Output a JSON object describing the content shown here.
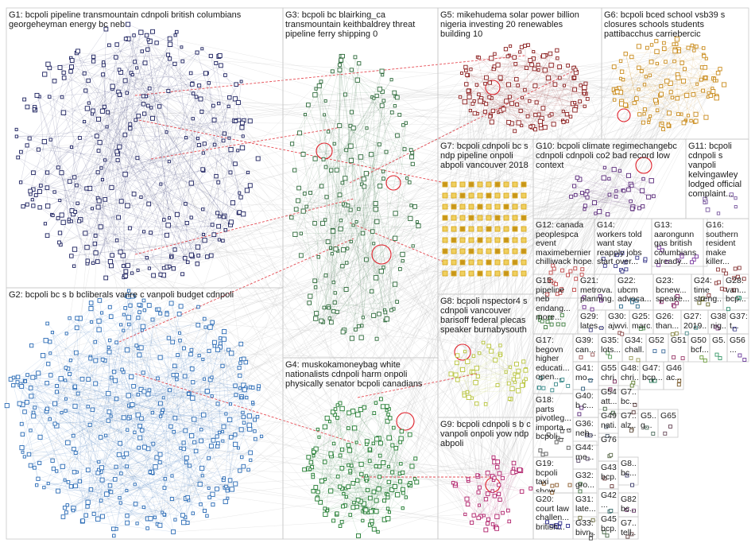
{
  "groups": [
    {
      "id": "G1",
      "text": "G1: bcpoli pipeline transmountain cdnpoli british columbians\ngeorgeheyman energy bc neb",
      "color": "#1a1f5e"
    },
    {
      "id": "G2",
      "text": "G2: bcpoli bc s b bcliberals vanre c vanpoli budget cdnpoli",
      "color": "#2a6bb5"
    },
    {
      "id": "G3",
      "text": "G3: bcpoli bc blairking_ca\ntransmountain keithbaldrey threat\npipeline ferry shipping 0",
      "color": "#2d6a3a"
    },
    {
      "id": "G4",
      "text": "G4: muskokamoneybag white\nnationalists cdnpoli harm onpoli\nphysically senator bcpoli canadians",
      "color": "#1e7a2e"
    },
    {
      "id": "G5",
      "text": "G5: mikehudema solar power billion\nnigeria investing 20 renewables\nbuilding 10",
      "color": "#8a1d1d"
    },
    {
      "id": "G6",
      "text": "G6: bcpoli bced school vsb39 s\nclosures schools students\npattibacchus carriebercic",
      "color": "#c98a1a"
    },
    {
      "id": "G7",
      "text": "G7: bcpoli cdnpoli bc s\nndp pipeline onpoli\nabpoli vancouver 2018",
      "color": "#d8a820"
    },
    {
      "id": "G8",
      "text": "G8: bcpoli nspector4 s\ncdnpoli vancouver\nbarisoff federal plecas\nspeaker burnabysouth",
      "color": "#b7c43a"
    },
    {
      "id": "G9",
      "text": "G9: bcpoli cdnpoli s b c\nvanpoli onpoli yow ndp\nabpoli",
      "color": "#b0206a"
    },
    {
      "id": "G10",
      "text": "G10: bcpoli climate regimechangebc\ncdnpoli cdnpoli co2 bad record low\ncontext",
      "color": "#5a2a7a"
    },
    {
      "id": "G11",
      "text": "G11: bcpoli\ncdnpoli s\nvanpoli\nkelvingawley\nlodged official\ncomplaint...",
      "color": "#7a5aa0"
    },
    {
      "id": "G12",
      "text": "G12: canada\npeoplespca\nevent\nmaximebernier\nchilliwack hope...",
      "color": "#c04a4a"
    },
    {
      "id": "G13",
      "text": "G13:\naarongunn\ngas british\ncolumbians\nalready...",
      "color": "#7a3aa0"
    },
    {
      "id": "G14",
      "text": "G14:\nworkers told\nwant stay\nreapply jobs\nstart over...",
      "color": "#3a3a8a"
    },
    {
      "id": "G15",
      "text": "G15:\npipeline\nneb\nendang...\nmore...",
      "color": "#3a7a3a"
    },
    {
      "id": "G16",
      "text": "G16:\nsouthern\nresident\nmake\nkiller...",
      "color": "#8a3a3a"
    },
    {
      "id": "G17",
      "text": "G17:\nbegovn\nhigher\neducati...\nopen...",
      "color": "#3a8a8a"
    },
    {
      "id": "G18",
      "text": "G18:\nparts\npivotleg...\nimporta...\nbcpoli...",
      "color": "#5a5a5a"
    },
    {
      "id": "G19",
      "text": "G19:\nbcpoli\ntaxi\nshow...",
      "color": "#8a5a2a"
    },
    {
      "id": "G20",
      "text": "G20:\ncourt law\nchallen...\nbritish...",
      "color": "#2a2a8a"
    },
    {
      "id": "G21",
      "text": "G21:\nmetrova...\nplanning...",
      "color": "#6a2a8a"
    },
    {
      "id": "G22",
      "text": "G22:\nubcm\nadvoca...",
      "color": "#2a6a8a"
    },
    {
      "id": "G23",
      "text": "G23:\nbcnew...\nspeake...",
      "color": "#8a2a6a"
    },
    {
      "id": "G24",
      "text": "G24:\ntime\nstreng...",
      "color": "#6a6a2a"
    },
    {
      "id": "G28",
      "text": "G28:\nvan...\nbcp...",
      "color": "#2a8a6a"
    },
    {
      "id": "G29",
      "text": "G29:\nlates...",
      "color": "#4a4a8a"
    },
    {
      "id": "G30",
      "text": "G30:\najwvi...",
      "color": "#8a4a4a"
    },
    {
      "id": "G25",
      "text": "G25:\nmarc...",
      "color": "#4a8a4a"
    },
    {
      "id": "G26",
      "text": "G26:\nthan...",
      "color": "#8a8a4a"
    },
    {
      "id": "G27",
      "text": "G27:\n2019...",
      "color": "#4a8a8a"
    },
    {
      "id": "G38",
      "text": "G38:\nnig...",
      "color": "#8a4a8a"
    },
    {
      "id": "G37",
      "text": "G37:\nt...",
      "color": "#5a5a9a"
    },
    {
      "id": "G39",
      "text": "G39:\ncan...",
      "color": "#9a5a5a"
    },
    {
      "id": "G35",
      "text": "G35:\nlots...",
      "color": "#5a9a5a"
    },
    {
      "id": "G34",
      "text": "G34:\nchall...",
      "color": "#9a9a5a"
    },
    {
      "id": "G52",
      "text": "G52",
      "color": "#3a6a9a"
    },
    {
      "id": "G51",
      "text": "G51",
      "color": "#9a3a6a"
    },
    {
      "id": "G50",
      "text": "G50\nbcf...",
      "color": "#6a9a3a"
    },
    {
      "id": "G5x",
      "text": "G5...",
      "color": "#3a9a6a"
    },
    {
      "id": "G56",
      "text": "G56\n...",
      "color": "#6a3a9a"
    },
    {
      "id": "G41",
      "text": "G41:\nmo...",
      "color": "#2a5a7a"
    },
    {
      "id": "G55",
      "text": "G55\nchri...",
      "color": "#7a2a5a"
    },
    {
      "id": "G48",
      "text": "G48:\nchri...",
      "color": "#5a7a2a"
    },
    {
      "id": "G47",
      "text": "G47:\nbcp...",
      "color": "#2a7a5a"
    },
    {
      "id": "G46",
      "text": "G46\nac...",
      "color": "#7a5a2a"
    },
    {
      "id": "G40",
      "text": "G40:\nb c...",
      "color": "#5a2a7a"
    },
    {
      "id": "G54",
      "text": "G54\natt...",
      "color": "#3a5a3a"
    },
    {
      "id": "G7b",
      "text": "G7...\nbc...",
      "color": "#5a3a3a"
    },
    {
      "id": "G36",
      "text": "G36:\nneb...",
      "color": "#3a3a5a"
    },
    {
      "id": "G49",
      "text": "G49\nnati...",
      "color": "#4a5a6a"
    },
    {
      "id": "G7c",
      "text": "G7...\nalz...",
      "color": "#6a5a4a"
    },
    {
      "id": "G5y",
      "text": "G5...\ng...",
      "color": "#4a6a5a"
    },
    {
      "id": "G65",
      "text": "G65",
      "color": "#6a4a5a"
    },
    {
      "id": "G44",
      "text": "G44:\nme...",
      "color": "#5a4a6a"
    },
    {
      "id": "G76",
      "text": "G76",
      "color": "#5a6a4a"
    },
    {
      "id": "G32",
      "text": "G32:\ngro...",
      "color": "#3a6a3a"
    },
    {
      "id": "G43",
      "text": "G43:\nbcp...",
      "color": "#6a3a3a"
    },
    {
      "id": "G8x",
      "text": "G8...\nbc...",
      "color": "#3a3a6a"
    },
    {
      "id": "G31",
      "text": "G31:\nlate...",
      "color": "#6a6a3a"
    },
    {
      "id": "G42",
      "text": "G42\n...",
      "color": "#3a6a6a"
    },
    {
      "id": "G82",
      "text": "G82\nbc...",
      "color": "#6a3a6a"
    },
    {
      "id": "G33",
      "text": "G33:\nbivn...",
      "color": "#4a4a4a"
    },
    {
      "id": "G45",
      "text": "G45:\nbcp...",
      "color": "#4a6a4a"
    },
    {
      "id": "G7d",
      "text": "G7...\ntell...",
      "color": "#6a4a4a"
    }
  ],
  "edge_colors": {
    "inter_group": "#c0c0c0",
    "bridge": "#e0202a"
  }
}
